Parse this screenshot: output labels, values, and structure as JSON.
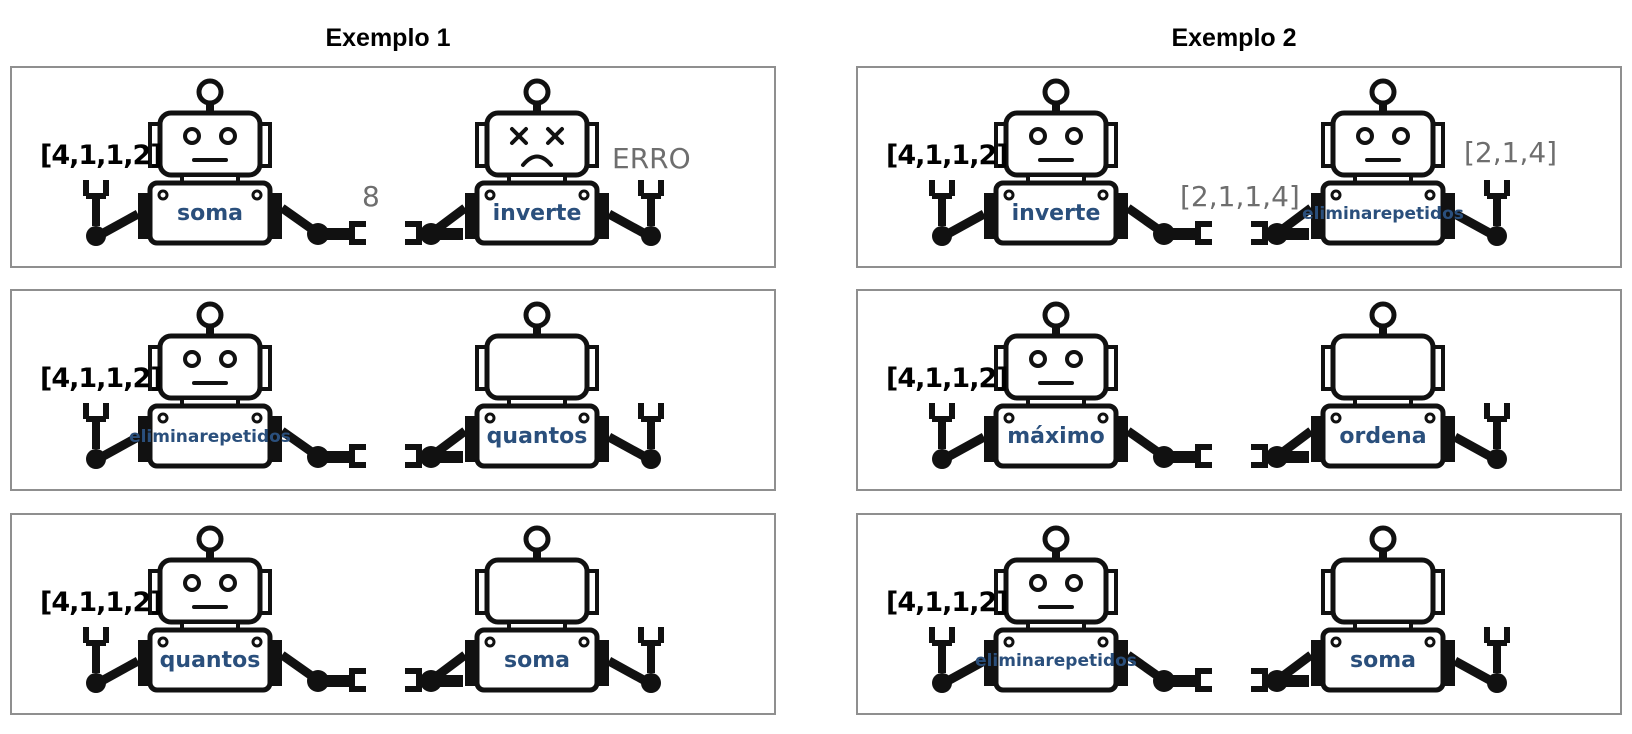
{
  "columns": [
    {
      "title": "Exemplo 1",
      "rows": [
        {
          "input": "[4,1,1,2]",
          "robot1": [
            "soma"
          ],
          "middle": "8",
          "robot2": [
            "inverte"
          ],
          "output": "ERRO",
          "robot2_face": "dead"
        },
        {
          "input": "[4,1,1,2]",
          "robot1": [
            "elimina",
            "repetidos"
          ],
          "middle": "",
          "robot2": [
            "quantos"
          ],
          "output": "",
          "robot2_face": "blank"
        },
        {
          "input": "[4,1,1,2]",
          "robot1": [
            "quantos"
          ],
          "middle": "",
          "robot2": [
            "soma"
          ],
          "output": "",
          "robot2_face": "blank"
        }
      ]
    },
    {
      "title": "Exemplo 2",
      "rows": [
        {
          "input": "[4,1,1,2]",
          "robot1": [
            "inverte"
          ],
          "middle": "[2,1,1,4]",
          "robot2": [
            "elimina",
            "repetidos"
          ],
          "output": "[2,1,4]",
          "robot2_face": "neutral"
        },
        {
          "input": "[4,1,1,2]",
          "robot1": [
            "máximo"
          ],
          "middle": "",
          "robot2": [
            "ordena"
          ],
          "output": "",
          "robot2_face": "blank"
        },
        {
          "input": "[4,1,1,2]",
          "robot1": [
            "elimina",
            "repetidos"
          ],
          "middle": "",
          "robot2": [
            "soma"
          ],
          "output": "",
          "robot2_face": "blank"
        }
      ]
    }
  ],
  "colors": {
    "label_blue": "#2a4f7c",
    "output_gray": "#6e6e6e",
    "panel_border": "#8f8f8f"
  }
}
